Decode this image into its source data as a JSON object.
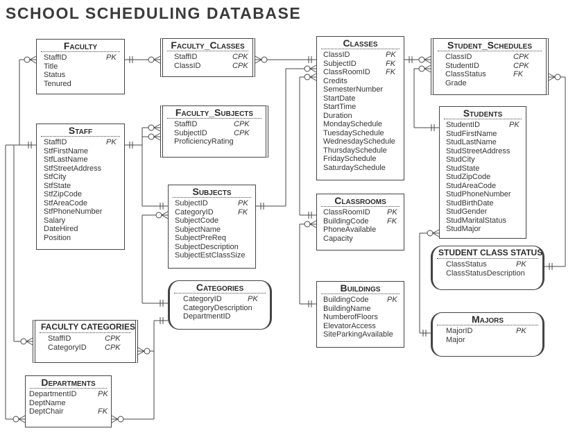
{
  "title": "SCHOOL SCHEDULING  DATABASE",
  "colors": {
    "line": "#444444",
    "text": "#333333"
  },
  "tables": {
    "faculty": {
      "name": "Faculty",
      "fields": [
        {
          "name": "StaffID",
          "key": "PK"
        },
        {
          "name": "Title",
          "key": ""
        },
        {
          "name": "Status",
          "key": ""
        },
        {
          "name": "Tenured",
          "key": ""
        }
      ]
    },
    "faculty_classes": {
      "name": "Faculty_Classes",
      "fields": [
        {
          "name": "StaffID",
          "key": "CPK"
        },
        {
          "name": "ClassID",
          "key": "CPK"
        }
      ]
    },
    "classes": {
      "name": "Classes",
      "fields": [
        {
          "name": "ClassID",
          "key": "PK"
        },
        {
          "name": "SubjectID",
          "key": "FK"
        },
        {
          "name": "ClassRoomID",
          "key": "FK"
        },
        {
          "name": "Credits",
          "key": ""
        },
        {
          "name": "SemesterNumber",
          "key": ""
        },
        {
          "name": "StartDate",
          "key": ""
        },
        {
          "name": "StartTime",
          "key": ""
        },
        {
          "name": "Duration",
          "key": ""
        },
        {
          "name": "MondaySchedule",
          "key": ""
        },
        {
          "name": "TuesdaySchedule",
          "key": ""
        },
        {
          "name": "WednesdaySchedule",
          "key": ""
        },
        {
          "name": "ThursdaySchedule",
          "key": ""
        },
        {
          "name": "FridaySchedule",
          "key": ""
        },
        {
          "name": "SaturdaySchedule",
          "key": ""
        }
      ]
    },
    "student_schedules": {
      "name": "Student_Schedules",
      "fields": [
        {
          "name": "ClassID",
          "key": "CPK"
        },
        {
          "name": "StudentID",
          "key": "CPK"
        },
        {
          "name": "ClassStatus",
          "key": "FK"
        },
        {
          "name": "Grade",
          "key": ""
        }
      ]
    },
    "staff": {
      "name": "Staff",
      "fields": [
        {
          "name": "StaffID",
          "key": "PK"
        },
        {
          "name": "StfFirstName",
          "key": ""
        },
        {
          "name": "StfLastName",
          "key": ""
        },
        {
          "name": "StfStreetAddress",
          "key": ""
        },
        {
          "name": "StfCity",
          "key": ""
        },
        {
          "name": "StfState",
          "key": ""
        },
        {
          "name": "StfZipCode",
          "key": ""
        },
        {
          "name": "StfAreaCode",
          "key": ""
        },
        {
          "name": "StfPhoneNumber",
          "key": ""
        },
        {
          "name": "Salary",
          "key": ""
        },
        {
          "name": "DateHired",
          "key": ""
        },
        {
          "name": "Position",
          "key": ""
        }
      ]
    },
    "faculty_subjects": {
      "name": "Faculty_Subjects",
      "fields": [
        {
          "name": "StaffID",
          "key": "CPK"
        },
        {
          "name": "SubjectID",
          "key": "CPK"
        },
        {
          "name": "ProficiencyRating",
          "key": ""
        }
      ]
    },
    "students": {
      "name": "Students",
      "fields": [
        {
          "name": "StudentID",
          "key": "PK"
        },
        {
          "name": "StudFirstName",
          "key": ""
        },
        {
          "name": "StudLastName",
          "key": ""
        },
        {
          "name": "StudStreetAddress",
          "key": ""
        },
        {
          "name": "StudCity",
          "key": ""
        },
        {
          "name": "StudState",
          "key": ""
        },
        {
          "name": "StudZipCode",
          "key": ""
        },
        {
          "name": "StudAreaCode",
          "key": ""
        },
        {
          "name": "StudPhoneNumber",
          "key": ""
        },
        {
          "name": "StudBirthDate",
          "key": ""
        },
        {
          "name": "StudGender",
          "key": ""
        },
        {
          "name": "StudMaritalStatus",
          "key": ""
        },
        {
          "name": "StudMajor",
          "key": ""
        }
      ]
    },
    "subjects": {
      "name": "Subjects",
      "fields": [
        {
          "name": "SubjectID",
          "key": "PK"
        },
        {
          "name": "CategoryID",
          "key": "FK"
        },
        {
          "name": "SubjectCode",
          "key": ""
        },
        {
          "name": "SubjectName",
          "key": ""
        },
        {
          "name": "SubjectPreReq",
          "key": ""
        },
        {
          "name": "SubjectDescription",
          "key": ""
        },
        {
          "name": "SubjectEstClassSize",
          "key": ""
        }
      ]
    },
    "classrooms": {
      "name": "Classrooms",
      "fields": [
        {
          "name": "ClassRoomID",
          "key": "PK"
        },
        {
          "name": "BuildingCode",
          "key": "FK"
        },
        {
          "name": "PhoneAvailable",
          "key": ""
        },
        {
          "name": "Capacity",
          "key": ""
        }
      ]
    },
    "student_class_status": {
      "name": "STUDENT CLASS STATUS",
      "fields": [
        {
          "name": "ClassStatus",
          "key": "PK"
        },
        {
          "name": "ClassStatusDescription",
          "key": ""
        }
      ]
    },
    "categories": {
      "name": "Categories",
      "fields": [
        {
          "name": "CategoryID",
          "key": "PK"
        },
        {
          "name": "CategoryDescription",
          "key": ""
        },
        {
          "name": "DepartmentID",
          "key": ""
        }
      ]
    },
    "buildings": {
      "name": "Buildings",
      "fields": [
        {
          "name": "BuildingCode",
          "key": "PK"
        },
        {
          "name": "BuildingName",
          "key": ""
        },
        {
          "name": "NumberofFloors",
          "key": ""
        },
        {
          "name": "ElevatorAccess",
          "key": ""
        },
        {
          "name": "SiteParkingAvailable",
          "key": ""
        }
      ]
    },
    "faculty_categories": {
      "name": "FACULTY CATEGORIES",
      "fields": [
        {
          "name": "StaffID",
          "key": "CPK"
        },
        {
          "name": "CategoryID",
          "key": "CPK"
        }
      ]
    },
    "majors": {
      "name": "Majors",
      "fields": [
        {
          "name": "MajorID",
          "key": "PK"
        },
        {
          "name": "Major",
          "key": ""
        }
      ]
    },
    "departments": {
      "name": "Departments",
      "fields": [
        {
          "name": "DepartmentID",
          "key": "PK"
        },
        {
          "name": "DeptName",
          "key": ""
        },
        {
          "name": "DeptChair",
          "key": "FK"
        }
      ]
    }
  }
}
